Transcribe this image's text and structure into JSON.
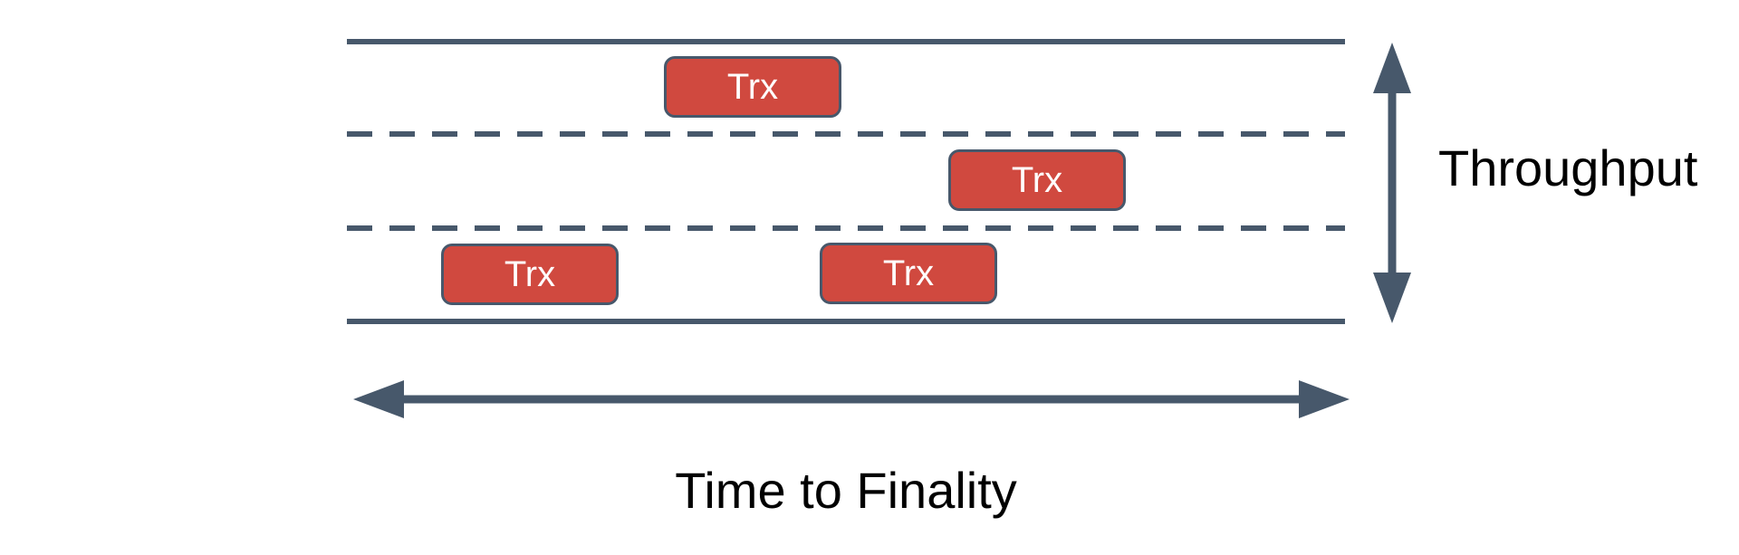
{
  "diagram": {
    "subject": "blockchain-road-metaphor",
    "throughput_label": "Throughput",
    "time_to_finality_label": "Time to Finality",
    "lane_count": 3,
    "transactions": [
      {
        "label": "Trx",
        "lane": "top"
      },
      {
        "label": "Trx",
        "lane": "middle"
      },
      {
        "label": "Trx",
        "lane": "bottom-left"
      },
      {
        "label": "Trx",
        "lane": "bottom-right"
      }
    ],
    "colors": {
      "stroke": "#47586B",
      "trx_fill": "#D0493F",
      "trx_text": "#FFFFFF",
      "label_text": "#000000",
      "background": "#FFFFFF"
    }
  }
}
